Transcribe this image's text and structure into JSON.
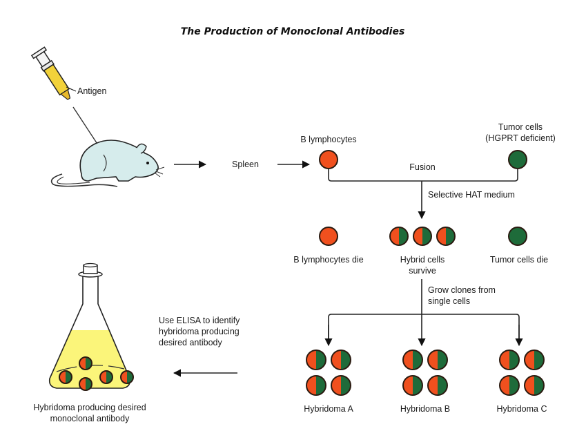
{
  "title": "The Production of Monoclonal Antibodies",
  "colors": {
    "b_cell": "#f0501e",
    "b_cell_dark": "#d23c10",
    "tumor_cell": "#1e6b3a",
    "tumor_cell_dark": "#145230",
    "medium": "#fbf57a",
    "mouse": "#d6ecec",
    "syringe": "#f2d23a",
    "outline": "#222222"
  },
  "steps": {
    "antigen": "Antigen",
    "spleen": "Spleen",
    "b_lymphocytes": "B lymphocytes",
    "tumor_cells_line1": "Tumor cells",
    "tumor_cells_line2": "(HGPRT deficient)",
    "fusion": "Fusion",
    "selective_medium": "Selective HAT medium",
    "b_die": "B lymphocytes die",
    "hybrid_line1": "Hybrid cells",
    "hybrid_line2": "survive",
    "tumor_die": "Tumor cells die",
    "grow_line1": "Grow clones from",
    "grow_line2": "single cells",
    "hybridomas": [
      {
        "label": "Hybridoma A"
      },
      {
        "label": "Hybridoma B"
      },
      {
        "label": "Hybridoma C"
      }
    ],
    "elisa_line1": "Use ELISA to identify",
    "elisa_line2": "hybridoma producing",
    "elisa_line3": "desired antibody",
    "flask_line1": "Hybridoma producing desired",
    "flask_line2": "monoclonal antibody"
  }
}
